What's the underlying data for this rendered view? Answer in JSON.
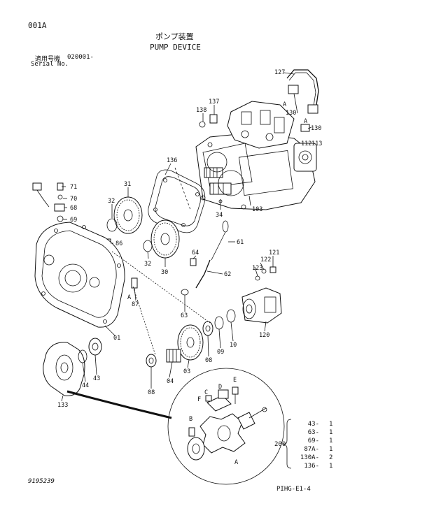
{
  "header": {
    "page_code": "001A",
    "title_jp": "ポンプ装置",
    "title_en": "PUMP DEVICE",
    "serial_jp": "適用号機",
    "serial_value": "020001-",
    "serial_en": "Serial No."
  },
  "footer": {
    "drawing_number": "9195239",
    "page_ref": "PIHG-E1-4"
  },
  "callouts": [
    {
      "id": "c127",
      "label": "127"
    },
    {
      "id": "c137",
      "label": "137"
    },
    {
      "id": "c138",
      "label": "138"
    },
    {
      "id": "cA1",
      "label": "A"
    },
    {
      "id": "c130a",
      "label": "130"
    },
    {
      "id": "cA2",
      "label": "A"
    },
    {
      "id": "c130b",
      "label": "130"
    },
    {
      "id": "c112",
      "label": "112"
    },
    {
      "id": "c113",
      "label": "113"
    },
    {
      "id": "c136",
      "label": "136"
    },
    {
      "id": "c103",
      "label": "103"
    },
    {
      "id": "c34",
      "label": "34"
    },
    {
      "id": "c71",
      "label": "71"
    },
    {
      "id": "c70",
      "label": "70"
    },
    {
      "id": "c68",
      "label": "68"
    },
    {
      "id": "c69",
      "label": "69"
    },
    {
      "id": "c31",
      "label": "31"
    },
    {
      "id": "c32a",
      "label": "32"
    },
    {
      "id": "c86",
      "label": "86"
    },
    {
      "id": "c32b",
      "label": "32"
    },
    {
      "id": "c30",
      "label": "30"
    },
    {
      "id": "c61",
      "label": "61"
    },
    {
      "id": "c64",
      "label": "64"
    },
    {
      "id": "c62",
      "label": "62"
    },
    {
      "id": "c122",
      "label": "122"
    },
    {
      "id": "c121",
      "label": "121"
    },
    {
      "id": "c123",
      "label": "123"
    },
    {
      "id": "cA3",
      "label": "A"
    },
    {
      "id": "c87",
      "label": "87"
    },
    {
      "id": "c63",
      "label": "63"
    },
    {
      "id": "c01",
      "label": "01"
    },
    {
      "id": "c120",
      "label": "120"
    },
    {
      "id": "c10",
      "label": "10"
    },
    {
      "id": "c09",
      "label": "09"
    },
    {
      "id": "c08a",
      "label": "08"
    },
    {
      "id": "c03",
      "label": "03"
    },
    {
      "id": "c04",
      "label": "04"
    },
    {
      "id": "c08b",
      "label": "08"
    },
    {
      "id": "c43",
      "label": "43"
    },
    {
      "id": "c44",
      "label": "44"
    },
    {
      "id": "c133",
      "label": "133"
    },
    {
      "id": "cE",
      "label": "E"
    },
    {
      "id": "cD",
      "label": "D"
    },
    {
      "id": "cC",
      "label": "C"
    },
    {
      "id": "cF",
      "label": "F"
    },
    {
      "id": "cB",
      "label": "B"
    },
    {
      "id": "cA4",
      "label": "A"
    }
  ],
  "kit": {
    "number": "200",
    "items": [
      {
        "part": "43-",
        "qty": "1"
      },
      {
        "part": "63-",
        "qty": "1"
      },
      {
        "part": "69-",
        "qty": "1"
      },
      {
        "part": "87A-",
        "qty": "1"
      },
      {
        "part": "130A-",
        "qty": "2"
      },
      {
        "part": "136-",
        "qty": "1"
      }
    ]
  }
}
